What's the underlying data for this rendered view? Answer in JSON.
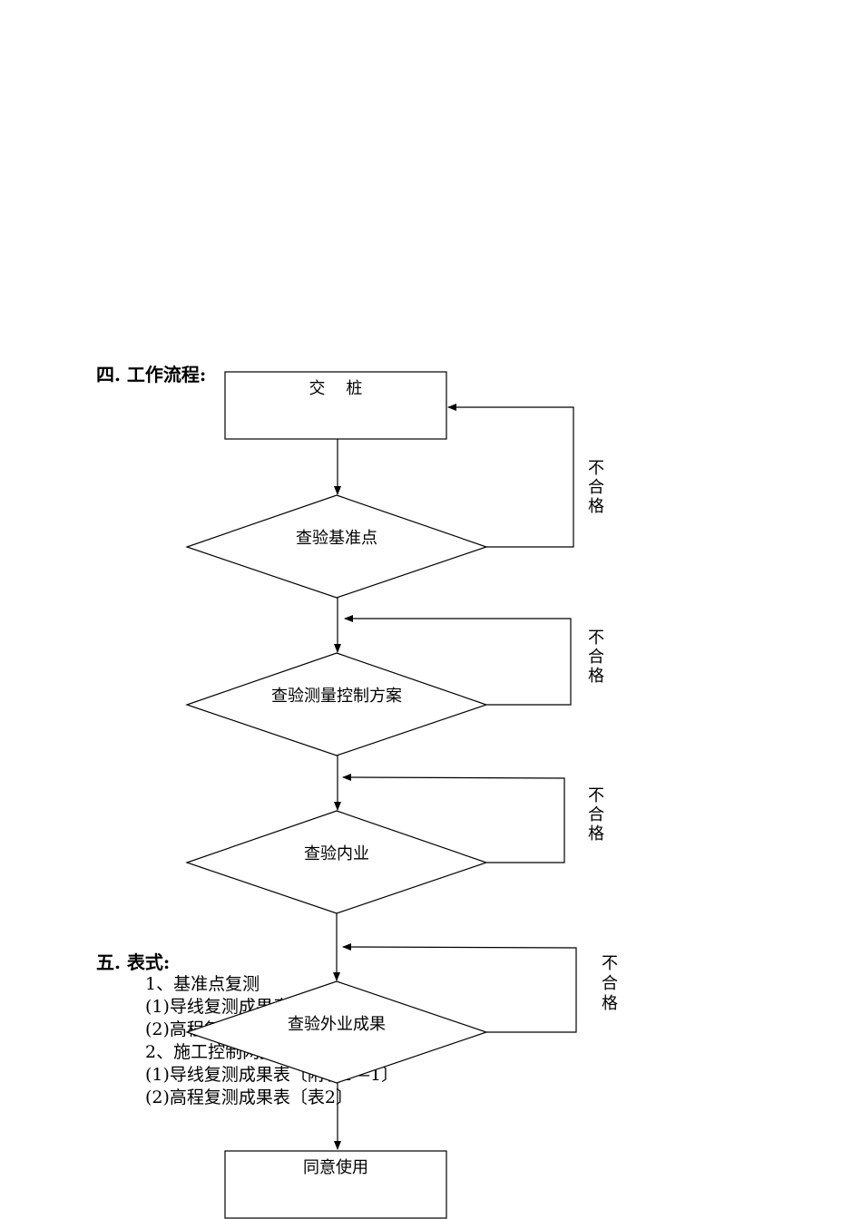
{
  "section4": {
    "title": "四. 工作流程:"
  },
  "section5": {
    "title": "五. 表式:",
    "lines": [
      "1、基准点复测",
      "(1)导线复测成果表〔附表1—1〕",
      "(2)高程复测成果表〔表2〕",
      "2、施工控制网复测",
      "(1)导线复测成果表〔附表1—1〕",
      "(2)高程复测成果表〔表2〕"
    ]
  },
  "flowchart": {
    "start": "交    桩",
    "decisions": [
      "查验基准点",
      "查验测量控制方案",
      "查验内业",
      "查验外业成果"
    ],
    "end": "同意使用",
    "reject_label": [
      "不",
      "合",
      "格"
    ]
  }
}
